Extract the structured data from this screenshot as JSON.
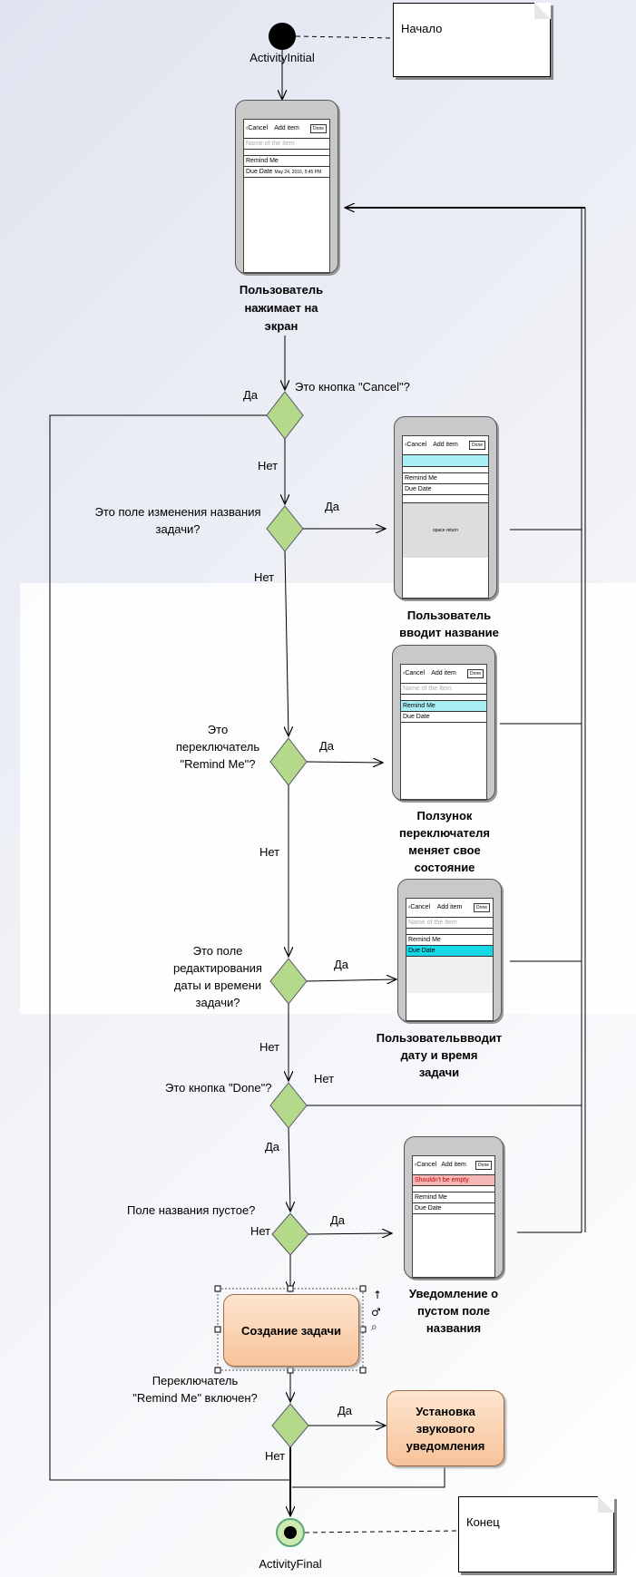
{
  "nodes": {
    "initial_label": "ActivityInitial",
    "final_label": "ActivityFinal",
    "note_start": "Начало",
    "note_end": "Конец"
  },
  "phone": {
    "cancel": "‹Cancel",
    "title": "Add item",
    "done": "Done",
    "name_placeholder": "Name of the Item",
    "remind_me": "Remind Me",
    "due_date": "Due Date",
    "due_value": "May 24, 2016, 5:45 PM",
    "error": "Shouldn't be empty",
    "space_key": "space",
    "return_key": "return"
  },
  "captions": {
    "screen1": [
      "Пользователь",
      "нажимает на",
      "экран"
    ],
    "screen2": [
      "Пользователь",
      "вводит название"
    ],
    "screen3": [
      "Ползунок",
      "переключателя",
      "меняет свое",
      "состояние"
    ],
    "screen4": [
      "Пользовательвводит",
      "дату и время",
      "задачи"
    ],
    "screen5": [
      "Уведомление о",
      "пустом поле",
      "названия"
    ]
  },
  "decisions": {
    "d1": "Это кнопка \"Cancel\"?",
    "d2": [
      "Это поле изменения названия",
      "задачи?"
    ],
    "d3": [
      "Это",
      "переключатель",
      "\"Remind Me\"?"
    ],
    "d4": [
      "Это поле",
      "редактирования",
      "даты и времени",
      "задачи?"
    ],
    "d5": "Это кнопка \"Done\"?",
    "d6": "Поле названия пустое?",
    "d7": [
      "Переключатель",
      "\"Remind Me\" включен?"
    ]
  },
  "edge_labels": {
    "yes": "Да",
    "no": "Нет"
  },
  "actions": {
    "create_task": "Создание задачи",
    "set_sound": [
      "Установка",
      "звукового",
      "уведомления"
    ]
  }
}
